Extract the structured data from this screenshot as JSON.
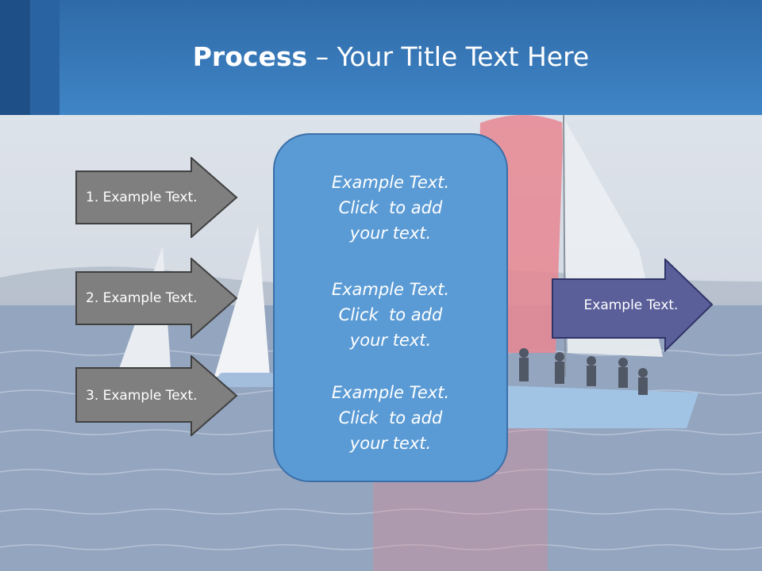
{
  "slide": {
    "title_bold": "Process",
    "title_rest": " – Your Title Text Here"
  },
  "left_arrows": [
    {
      "label": "1. Example Text."
    },
    {
      "label": "2. Example Text."
    },
    {
      "label": "3. Example Text."
    }
  ],
  "center_panel": {
    "blocks": [
      {
        "lines": [
          "Example Text.",
          "Click  to add",
          "your text."
        ]
      },
      {
        "lines": [
          "Example Text.",
          "Click  to add",
          "your text."
        ]
      },
      {
        "lines": [
          "Example Text.",
          "Click  to add",
          "your text."
        ]
      }
    ]
  },
  "right_arrow": {
    "label": "Example Text."
  },
  "colors": {
    "header": "#3f85c6",
    "left_arrow_fill": "#7f7f7f",
    "panel_fill": "#5b9bd5",
    "right_arrow_fill": "#5a5f9a"
  }
}
